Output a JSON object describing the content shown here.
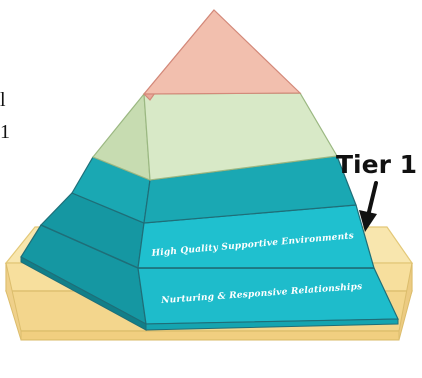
{
  "pyramid": {
    "levels": [
      {
        "label": "High Quality Supportive Environments",
        "color": "#1aa8b3"
      },
      {
        "label": "Nurturing & Responsive Relationships",
        "color": "#1aa8b3"
      }
    ],
    "tiers_above": [
      {
        "color": "#d7e8c6"
      },
      {
        "color": "#f2bfae"
      }
    ],
    "base_color": "#f8e2a4"
  },
  "callout": {
    "label": "Tier 1"
  },
  "cropped_left_text": [
    "l",
    "1"
  ]
}
